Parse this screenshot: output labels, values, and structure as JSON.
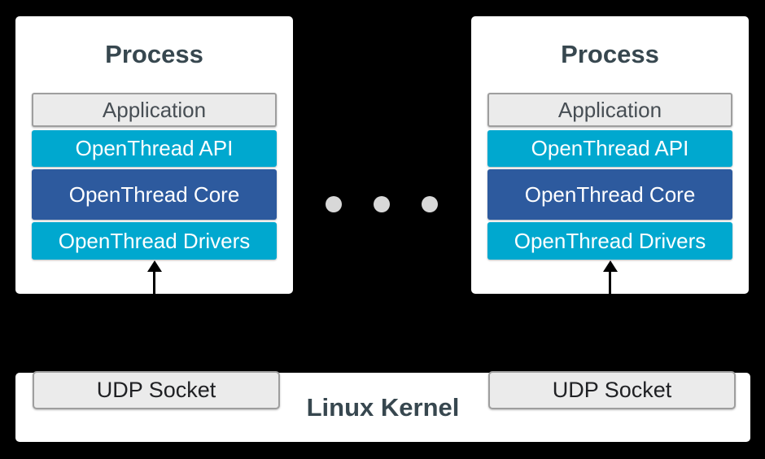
{
  "processes": [
    {
      "title": "Process",
      "layers": [
        {
          "label": "Application",
          "role": "application"
        },
        {
          "label": "OpenThread API",
          "role": "api"
        },
        {
          "label": "OpenThread Core",
          "role": "core"
        },
        {
          "label": "OpenThread Drivers",
          "role": "drivers"
        }
      ]
    },
    {
      "title": "Process",
      "layers": [
        {
          "label": "Application",
          "role": "application"
        },
        {
          "label": "OpenThread API",
          "role": "api"
        },
        {
          "label": "OpenThread Core",
          "role": "core"
        },
        {
          "label": "OpenThread Drivers",
          "role": "drivers"
        }
      ]
    }
  ],
  "separator": {
    "dot_count": 3
  },
  "kernel": {
    "label": "Linux Kernel",
    "sockets": [
      {
        "label": "UDP Socket"
      },
      {
        "label": "UDP Socket"
      }
    ]
  },
  "colors": {
    "background": "#000000",
    "card": "#ffffff",
    "cyan": "#00a8cf",
    "dark_blue": "#2d5a9e",
    "gray_box_fill": "#ebebeb",
    "gray_box_border": "#9e9e9e",
    "heading_text": "#37474f",
    "ellipsis_dot": "#d8d8d8"
  }
}
